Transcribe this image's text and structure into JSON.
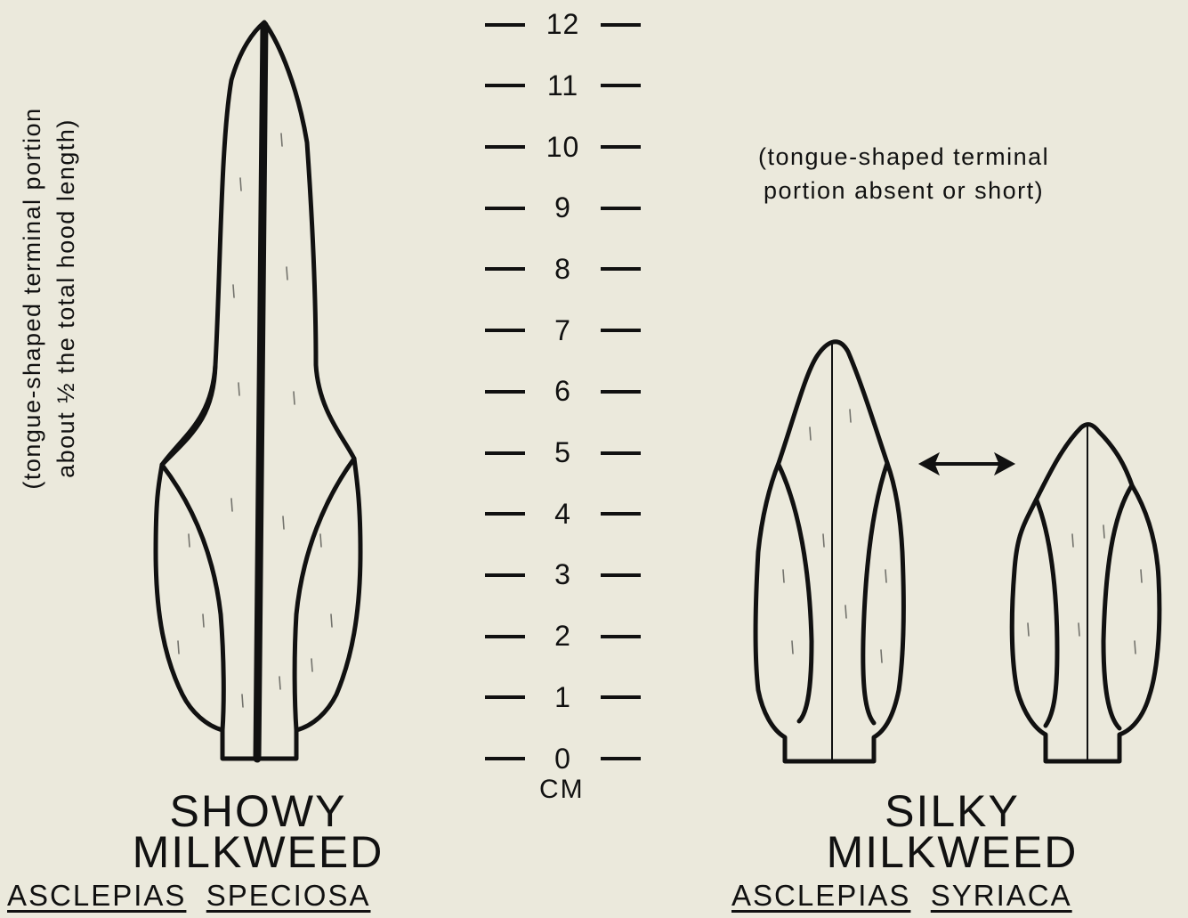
{
  "scale": {
    "ticks": [
      "0",
      "1",
      "2",
      "3",
      "4",
      "5",
      "6",
      "7",
      "8",
      "9",
      "10",
      "11",
      "12"
    ],
    "unit": "CM"
  },
  "showy": {
    "note_line1": "(tongue-shaped terminal portion",
    "note_line2": "about ½ the total hood length)",
    "common_line1": "SHOWY",
    "common_line2": "MILKWEED",
    "genus": "ASCLEPIAS",
    "species": "SPECIOSA"
  },
  "silky": {
    "note_line1": "(tongue-shaped terminal",
    "note_line2": "portion absent or short)",
    "common_line1": "SILKY",
    "common_line2": "MILKWEED",
    "genus": "ASCLEPIAS",
    "species": "SYRIACA"
  },
  "colors": {
    "background": "#ebe9dc",
    "ink": "#111111"
  }
}
